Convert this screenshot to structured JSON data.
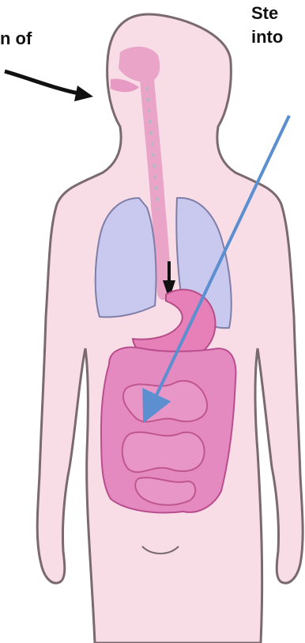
{
  "labels": {
    "left_caption": "n of",
    "right_caption_line1": "Ste",
    "right_caption_line2": "into"
  },
  "colors": {
    "body_fill": "#f8dde6",
    "body_outline": "#7a6a70",
    "lungs": "#c9c8ee",
    "digestive": "#e77fb8",
    "intestine": "#e58ac0",
    "pointer_arrow": "#5b8fd0",
    "black_arrow": "#111111"
  }
}
